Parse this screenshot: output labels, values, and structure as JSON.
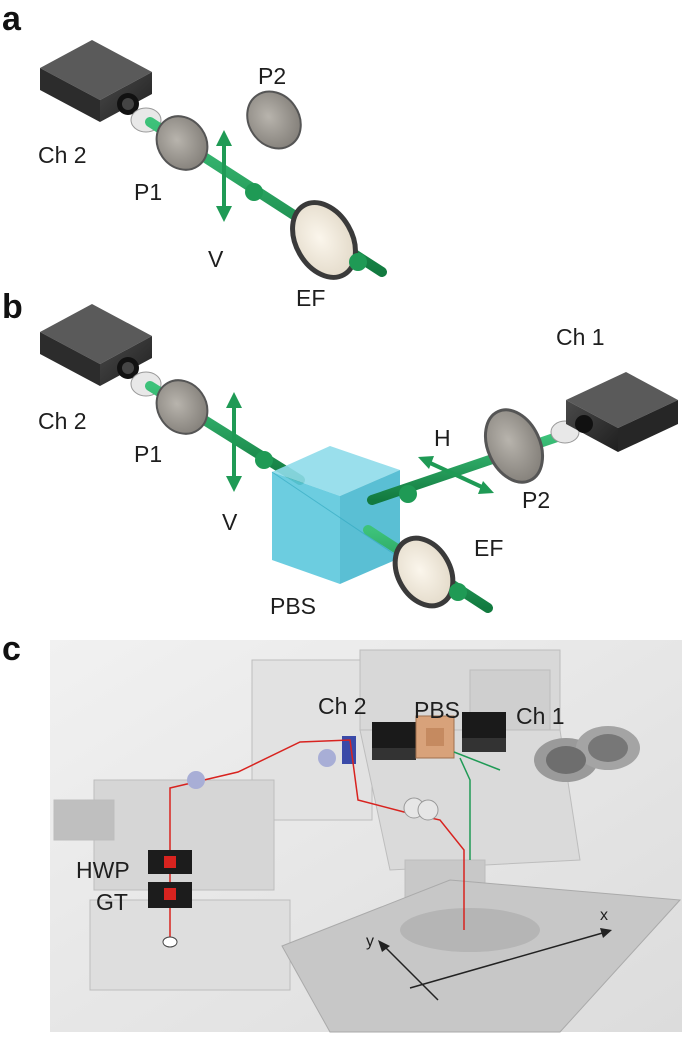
{
  "panels": {
    "a": {
      "letter": "a",
      "labels": {
        "camera": "Ch 2",
        "polarizer1": "P1",
        "polarizer2": "P2",
        "vertical": "V",
        "filter": "EF"
      }
    },
    "b": {
      "letter": "b",
      "labels": {
        "camera2": "Ch 2",
        "camera1": "Ch 1",
        "polarizer1": "P1",
        "polarizer2": "P2",
        "vertical": "V",
        "horizontal": "H",
        "splitter": "PBS",
        "filter": "EF"
      }
    },
    "c": {
      "letter": "c",
      "labels": {
        "camera2": "Ch 2",
        "camera1": "Ch 1",
        "splitter": "PBS",
        "waveplate": "HWP",
        "thompson": "GT",
        "axis_x": "x",
        "axis_y": "y"
      }
    }
  },
  "colors": {
    "beam_green": "#1f9a55",
    "beam_green_dark": "#127a3f",
    "laser_red": "#d8231f",
    "cube_cyan": "#5cc8dd",
    "camera_body": "#3a3a3a",
    "photo_bg": "#e9e9e9"
  }
}
